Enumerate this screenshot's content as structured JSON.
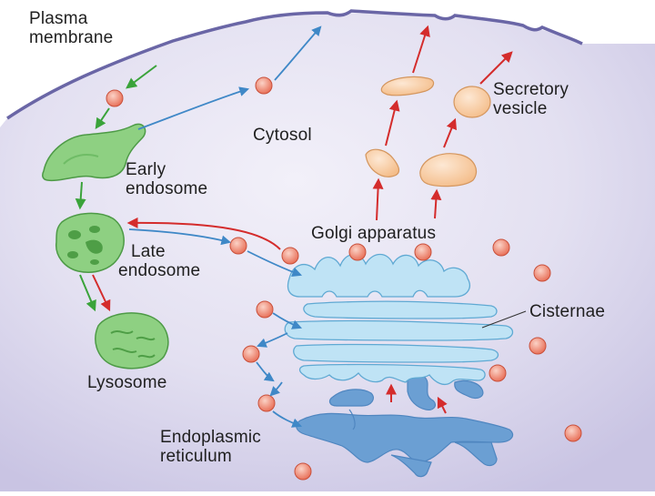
{
  "labels": {
    "plasma_membrane": [
      "Plasma",
      "membrane"
    ],
    "cytosol": "Cytosol",
    "early_endosome": [
      "Early",
      "endosome"
    ],
    "late_endosome": [
      "Late",
      "endosome"
    ],
    "lysosome": "Lysosome",
    "secretory_vesicle": [
      "Secretory",
      "vesicle"
    ],
    "golgi_apparatus": "Golgi apparatus",
    "cisternae": "Cisternae",
    "endoplasmic_reticulum": [
      "Endoplasmic",
      "reticulum"
    ]
  },
  "colors": {
    "cell_fill": "#dcd8ee",
    "membrane": "#6a66a6",
    "endosome_fill": "#8ed082",
    "endosome_stroke": "#4d9a46",
    "golgi_fill": "#bfe3f5",
    "golgi_stroke": "#5fa9d3",
    "er_fill": "#6b9fd3",
    "vesicle_fill": "#f7c9a0",
    "dot_fill": "#ee7a62",
    "green_arrow": "#3aa33a",
    "red_arrow": "#d42c2c",
    "blue_arrow": "#3f88c7"
  }
}
